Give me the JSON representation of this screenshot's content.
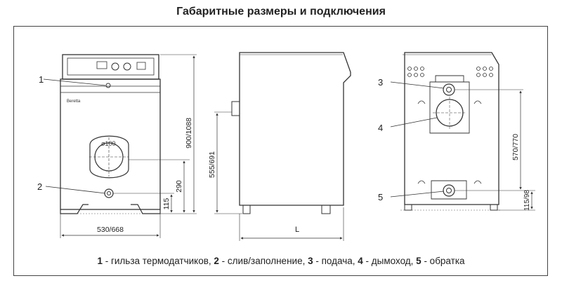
{
  "title": "Габаритные размеры и подключения",
  "front_view": {
    "brand": "Beretta",
    "flue_diameter": "ø100",
    "dim_total_height": "900/1088",
    "dim_flue_height": "290",
    "dim_drain_height": "115",
    "dim_width": "530/668",
    "callout_1": "1",
    "callout_2": "2"
  },
  "side_view": {
    "dim_height": "555/691",
    "dim_length": "L"
  },
  "rear_view": {
    "dim_height": "570/770",
    "dim_bottom": "115/98",
    "callout_3": "3",
    "callout_4": "4",
    "callout_5": "5"
  },
  "legend": [
    {
      "num": "1",
      "text": " - гильза термодатчиков, "
    },
    {
      "num": "2",
      "text": " - слив/заполнение, "
    },
    {
      "num": "3",
      "text": " - подача, "
    },
    {
      "num": "4",
      "text": " - дымоход, "
    },
    {
      "num": "5",
      "text": " - обратка"
    }
  ]
}
